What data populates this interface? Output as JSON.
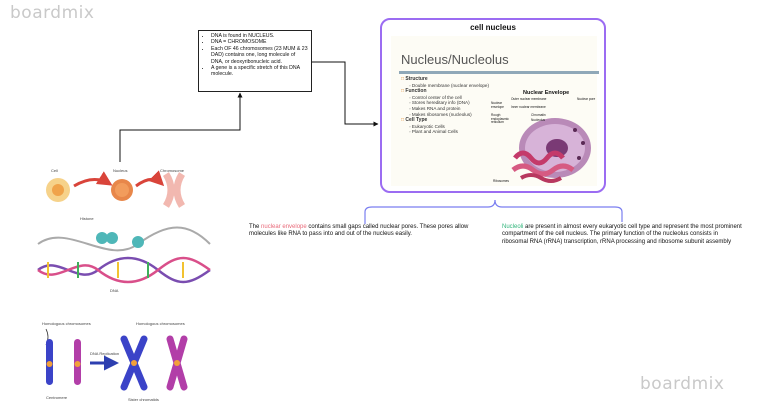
{
  "watermark": {
    "top_left": "boardmix",
    "bottom_right": "boardmix"
  },
  "note": {
    "items": [
      "DNA is found in NUCLEUS.",
      "DNA = CHROMOSOME",
      "Each OF 46 chromosomes (23 MUM & 23 DAD) contains one, long molecule of DNA, or deoxyribonucleic acid.",
      "A gene is a specific stretch of this DNA molecule."
    ]
  },
  "card": {
    "title": "cell nucleus",
    "slide_title": "Nucleus/Nucleolus",
    "outline": [
      {
        "heading": "Structure",
        "items": [
          "Double membrane (nuclear envelope)"
        ]
      },
      {
        "heading": "Function",
        "items": [
          "Control center of the cell",
          "Stores hereditary info (DNA)",
          "Makes RNA and protein",
          "Makes ribosomes (nucleolus)"
        ]
      },
      {
        "heading": "Cell Type",
        "items": [
          "Eukaryotic Cells",
          "Plant and Animal Cells"
        ]
      }
    ],
    "figure": {
      "title": "Nuclear Envelope",
      "labels": [
        "Outer nuclear membrane",
        "Inner nuclear membrane",
        "Nuclear pore",
        "Nuclear envelope",
        "Rough endoplasmic reticulum",
        "Chromatin",
        "Nucleolus",
        "Ribosomes"
      ]
    }
  },
  "text_left": {
    "pre": "The ",
    "highlight": "nuclear envelope",
    "post": " contains small gaps called nuclear pores. These pores allow molecules like RNA to pass into and out of the nucleus easily."
  },
  "text_right": {
    "pre": "",
    "highlight": "Nucleoli",
    "post": " are present in almost every eukaryotic cell type and represent the most prominent compartment of the cell nucleus. The primary function of the nucleolus consists in ribosomal RNA (rRNA) transcription, rRNA processing and ribosome subunit assembly"
  },
  "image1": {
    "labels": {
      "cell": "Cell",
      "nucleus": "Nucleus",
      "chromosome": "Chromosome",
      "histone": "Histone",
      "dna": "DNA"
    }
  },
  "image2": {
    "labels": {
      "hom_left": "Homologous chromosomes",
      "hom_right": "Homologous chromosomes",
      "replication": "DNA Replication",
      "centromere": "Centromere",
      "sister": "Sister chromatids"
    }
  },
  "colors": {
    "card_border": "#9b6cf2",
    "brace": "#7a7ef0",
    "highlight_red": "#e96a7a",
    "highlight_green": "#2fb47a"
  }
}
